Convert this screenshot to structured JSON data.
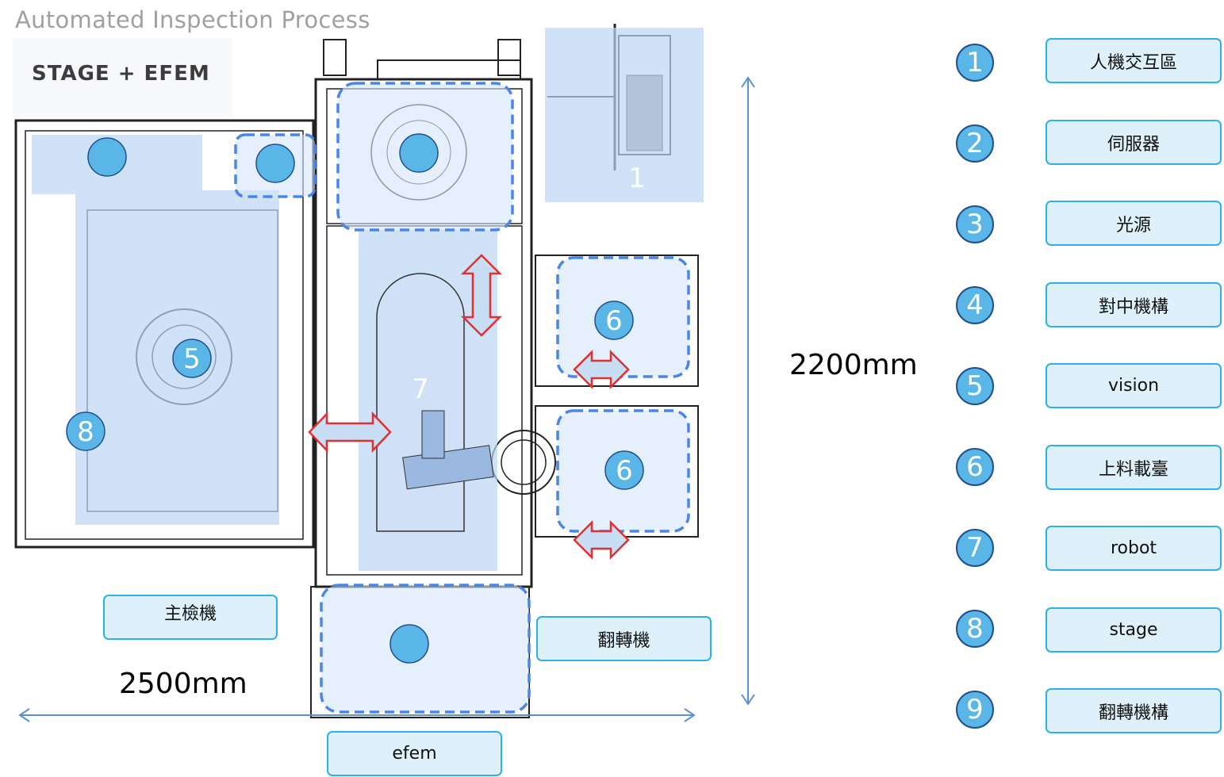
{
  "title": "Automated Inspection Process",
  "subtitle": "STAGE + EFEM",
  "diagram": {
    "markers": [
      "1",
      "5",
      "6",
      "6",
      "7",
      "8"
    ],
    "labels": {
      "main_inspector": "主檢機",
      "flipper": "翻轉機",
      "efem": "efem"
    },
    "dimensions": {
      "width": "2500mm",
      "depth": "2200mm"
    }
  },
  "legend": [
    {
      "num": "1",
      "label": "人機交互區"
    },
    {
      "num": "2",
      "label": "伺服器"
    },
    {
      "num": "3",
      "label": "光源"
    },
    {
      "num": "4",
      "label": "對中機構"
    },
    {
      "num": "5",
      "label": "vision"
    },
    {
      "num": "6",
      "label": "上料載臺"
    },
    {
      "num": "7",
      "label": "robot"
    },
    {
      "num": "8",
      "label": "stage"
    },
    {
      "num": "9",
      "label": "翻轉機構"
    }
  ],
  "colors": {
    "highlight": "#bcd6f5",
    "dashed": "#4a86e8",
    "marker": "#5ab6e6",
    "arrow": "#e03030",
    "box_fill": "#def0fa",
    "box_border": "#2fb0e6"
  }
}
